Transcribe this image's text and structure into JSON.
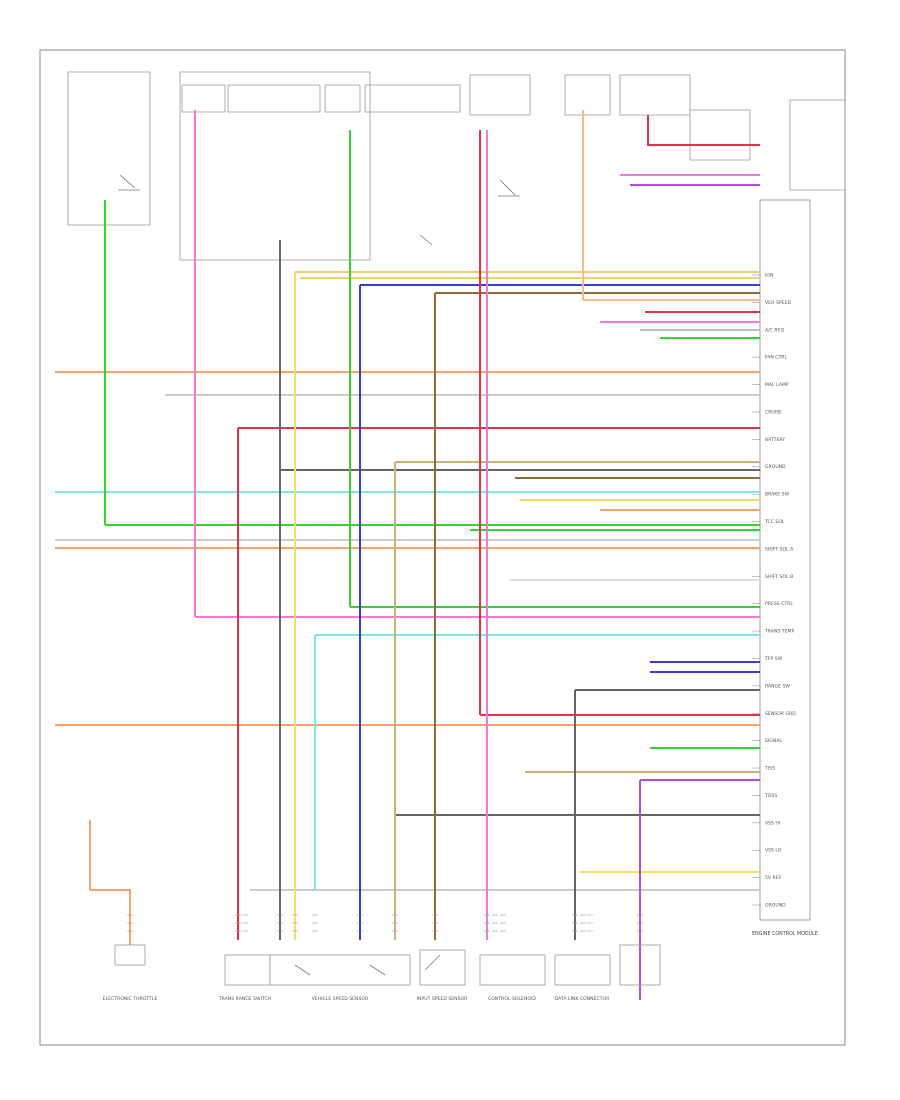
{
  "diagram": {
    "pcm_label": "ENGINE CONTROL MODULE",
    "pcm_signals": [
      "IGN",
      "VEH SPEED",
      "A/C REQ",
      "FAN CTRL",
      "MAL LAMP",
      "CRUISE",
      "BATTERY",
      "GROUND",
      "BRAKE SW",
      "TCC SOL",
      "SHIFT SOL A",
      "SHIFT SOL B",
      "PRESS CTRL",
      "TRANS TEMP",
      "TFP SW",
      "RANGE SW",
      "SENSOR GRD",
      "SIGNAL",
      "TISS",
      "TOSS",
      "VSS HI",
      "VSS LO",
      "5V REF",
      "GROUND"
    ],
    "components": [
      {
        "id": "c1",
        "name": "ELECTRONIC THROTTLE"
      },
      {
        "id": "c2",
        "name": "TRANS RANGE SWITCH"
      },
      {
        "id": "c3",
        "name": "VEHICLE SPEED SENSOR"
      },
      {
        "id": "c4",
        "name": "INPUT SPEED SENSOR"
      },
      {
        "id": "c5",
        "name": "CONTROL SOLENOID"
      },
      {
        "id": "c6",
        "name": "DATA LINK CONNECTOR"
      }
    ],
    "colors": {
      "orange": "#f4a46a",
      "pink": "#f07ad8",
      "green": "#35d135",
      "cyan": "#7fe6e6",
      "yellow": "#f1df6a",
      "blue": "#3b3bd6",
      "red": "#e0334b",
      "tan": "#c8b27a",
      "brown": "#8a6d3b",
      "purple": "#b24be0",
      "dkgray": "#555555",
      "ltgray": "#bbbbbb",
      "peach": "#f7b98a"
    }
  }
}
